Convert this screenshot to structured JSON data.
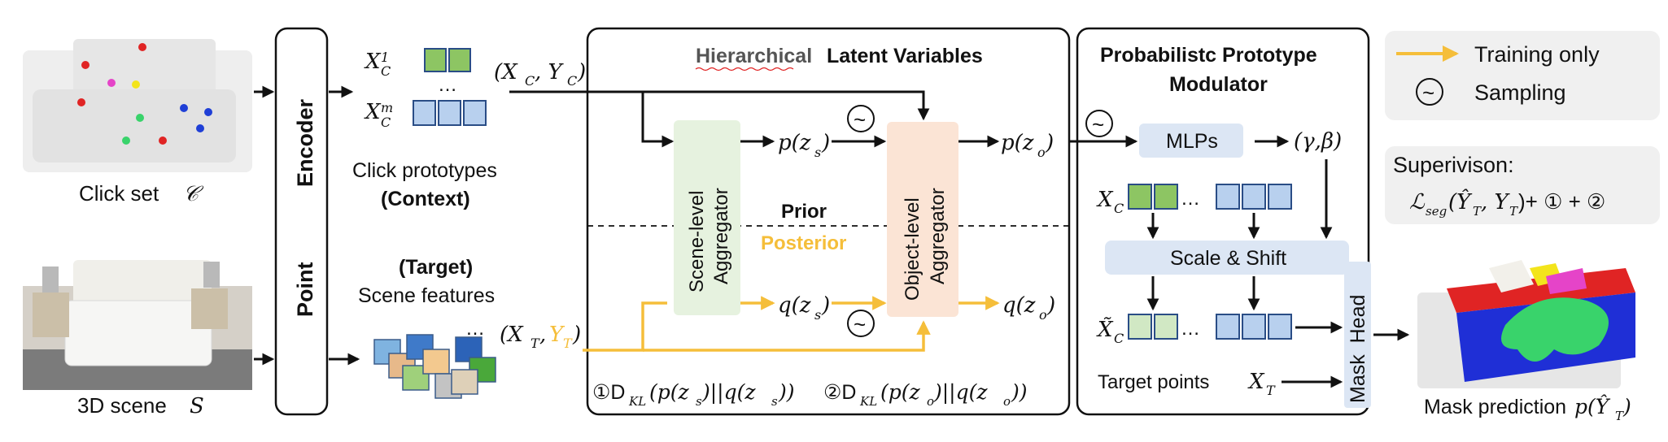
{
  "click_set": {
    "label": "Click set",
    "symbol": "𝒞"
  },
  "scene": {
    "label": "3D scene",
    "symbol": "S"
  },
  "encoder": {
    "word1": "Point",
    "word2": "Encoder"
  },
  "context": {
    "x1": "X",
    "x1_sub": "C",
    "x1_sup": "1",
    "xm": "X",
    "xm_sub": "C",
    "xm_sup": "m",
    "dots": "…",
    "pair": "(X",
    "pair_sub": "C",
    "pair_rest": ", Y",
    "pair_sub2": "C",
    "pair_close": ")",
    "label1": "Click prototypes",
    "label2": "(Context)"
  },
  "target": {
    "label1": "(Target)",
    "label2": "Scene features",
    "dots": "…",
    "pair": "(X",
    "pair_sub": "T",
    "pair_rest": ", ",
    "pair_y": "Y",
    "pair_sub2": "T",
    "pair_close": ")"
  },
  "hier": {
    "title_a": "Hierarchical",
    "title_b": " Latent Variables",
    "scene_agg1": "Scene-level",
    "scene_agg2": "Aggregator",
    "object_agg1": "Object-level",
    "object_agg2": "Aggregator",
    "pzs": "p(z",
    "pzs_sub": "s",
    "pzo": "p(z",
    "pzo_sub": "o",
    "qzs": "q(z",
    "qzs_sub": "s",
    "qzo": "q(z",
    "qzo_sub": "o",
    "close": ")",
    "tilde": "~",
    "prior": "Prior",
    "posterior": "Posterior",
    "kl1": "①D",
    "kl1_sub": "KL",
    "kl1_rest": "(p(z",
    "kl1_s1": "s",
    "kl1_mid": ")||q(z",
    "kl1_s2": "s",
    "kl1_end": "))",
    "kl2": "②D",
    "kl2_sub": "KL",
    "kl2_rest": "(p(z",
    "kl2_s1": "o",
    "kl2_mid": ")||q(z",
    "kl2_s2": "o",
    "kl2_end": "))"
  },
  "modulator": {
    "title1": "Probabilistc Prototype",
    "title2": "Modulator",
    "mlps": "MLPs",
    "gb": "(γ,β)",
    "xc": "X",
    "xc_sub": "C",
    "dots": "…",
    "scale_shift": "Scale & Shift",
    "xct": "X̃",
    "xct_sub": "C",
    "target_points": "Target points",
    "xt": "X",
    "xt_sub": "T",
    "mask_head": "Mask  Head",
    "tilde": "~"
  },
  "legend": {
    "training": "Training only",
    "sampling": "Sampling",
    "tilde": "~",
    "color_training": "#f5be3a"
  },
  "supervision": {
    "title": "Superivison:",
    "formula_a": "ℒ",
    "formula_sub": "seg",
    "formula_b": "(Ŷ",
    "formula_s1": "T",
    "formula_c": ", Y",
    "formula_s2": "T",
    "formula_d": ")+ ① + ②"
  },
  "mask_prediction": {
    "label": "Mask prediction",
    "formula": "p(Ŷ",
    "formula_sub": "T",
    "formula_close": ")"
  },
  "colors": {
    "green_cell": "#8dc563",
    "blue_cell": "#b8d0ee",
    "scene_agg_fill": "#e6f2df",
    "object_agg_fill": "#fbe4d5",
    "mlp_fill": "#dce6f4",
    "arrow_yellow": "#f5be3a"
  }
}
